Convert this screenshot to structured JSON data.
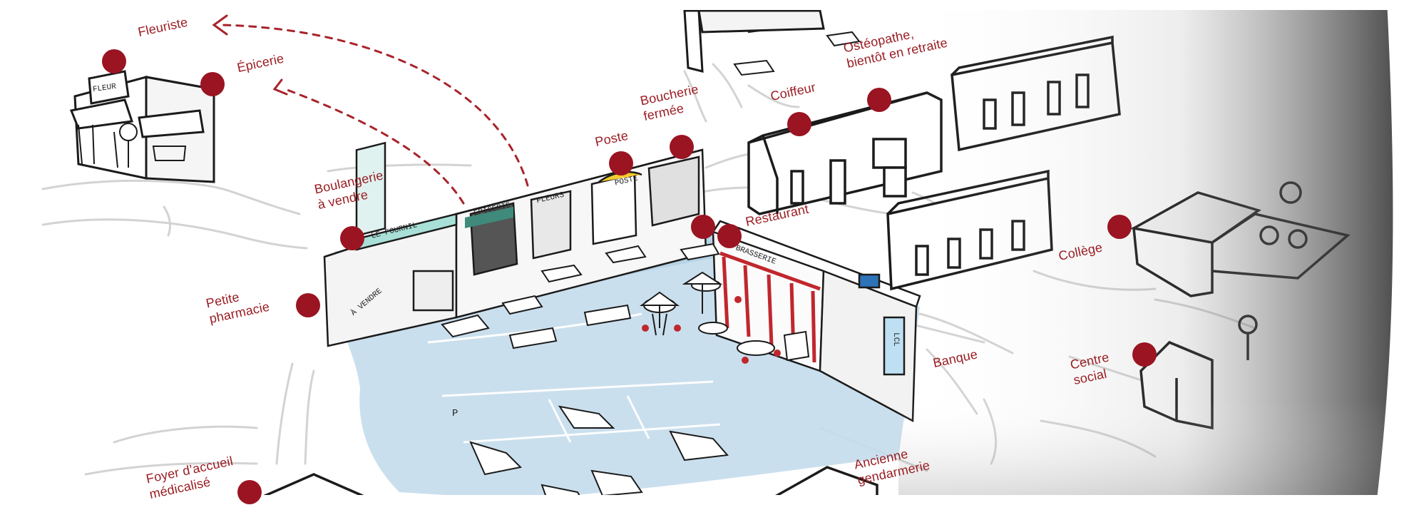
{
  "colors": {
    "pin": "#9a1422",
    "label": "#9a1c22",
    "road_line": "#d0d0d0",
    "plaza_water": "#b9d6e6",
    "sketch": "#1b1b1b",
    "edge_shade": "#3a3a3a"
  },
  "legend_icon": "location-pin",
  "places": [
    {
      "id": "fleuriste",
      "lines": [
        "Fleuriste"
      ]
    },
    {
      "id": "epicerie",
      "lines": [
        "Épicerie"
      ]
    },
    {
      "id": "boulangerie",
      "lines": [
        "Boulangerie",
        "à vendre"
      ]
    },
    {
      "id": "poste",
      "lines": [
        "Poste"
      ]
    },
    {
      "id": "boucherie",
      "lines": [
        "Boucherie",
        "fermée"
      ]
    },
    {
      "id": "coiffeur",
      "lines": [
        "Coiffeur"
      ]
    },
    {
      "id": "osteopathe",
      "lines": [
        "Ostéopathe,",
        "bientôt en retraite"
      ]
    },
    {
      "id": "restaurant",
      "lines": [
        "Restaurant"
      ]
    },
    {
      "id": "pharmacie",
      "lines": [
        "Petite",
        "pharmacie"
      ]
    },
    {
      "id": "college",
      "lines": [
        "Collège"
      ]
    },
    {
      "id": "banque",
      "lines": [
        "Banque"
      ]
    },
    {
      "id": "centre_social",
      "lines": [
        "Centre",
        "social"
      ]
    },
    {
      "id": "foyer",
      "lines": [
        "Foyer d’accueil",
        "médicalisé"
      ]
    },
    {
      "id": "gendarmerie",
      "lines": [
        "Ancienne",
        "gendarmerie"
      ]
    }
  ],
  "signage": {
    "fournil": "LE FOURNIL",
    "epicerie": "ÉPICERIE",
    "fleurs": "FLEURS",
    "poste": "POSTE",
    "brasserie": "BRASSERIE",
    "lcl": "LCL",
    "vendre": "À VENDRE",
    "parking": "P",
    "fleur_shop": "FLEUR"
  }
}
